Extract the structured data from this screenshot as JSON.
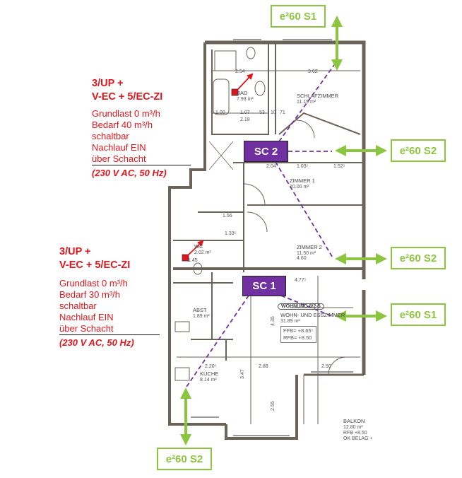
{
  "units": [
    {
      "title_line1": "3/UP +",
      "title_line2": "V-EC + 5/EC-ZI",
      "lines": [
        "Grundlast 0 m³/h",
        "Bedarf 40 m³/h",
        "schaltbar",
        "Nachlauf EIN",
        "über Schacht"
      ],
      "voltage": "(230 V AC, 50 Hz)"
    },
    {
      "title_line1": "3/UP +",
      "title_line2": "V-EC + 5/EC-ZI",
      "lines": [
        "Grundlast 0 m³/h",
        "Bedarf 30 m³/h",
        "schaltbar",
        "Nachlauf EIN",
        "über Schacht"
      ],
      "voltage": "(230 V AC, 50 Hz)"
    }
  ],
  "vents": [
    {
      "label": "e²60 S1"
    },
    {
      "label": "e²60 S2"
    },
    {
      "label": "e²60 S2"
    },
    {
      "label": "e²60 S1"
    },
    {
      "label": "e²60 S2"
    }
  ],
  "shafts": [
    {
      "label": "SC 2"
    },
    {
      "label": "SC 1"
    }
  ],
  "rooms": {
    "bad": {
      "name": "BAD",
      "area": "7.93 m²"
    },
    "schlafzimmer": {
      "name": "SCHLAFZIMMER",
      "area": "11.19 m²"
    },
    "zimmer1": {
      "name": "ZIMMER 1",
      "area": "10.00 m²"
    },
    "zimmer2": {
      "name": "ZIMMER 2",
      "area": "11.50 m²"
    },
    "wc": {
      "name": "WC",
      "area": "2.02 m²"
    },
    "abst": {
      "name": "ABST",
      "area": "1.89 m²"
    },
    "kueche": {
      "name": "KÜCHE",
      "area": "8.14 m²"
    },
    "wohnen": {
      "name": "WOHN- UND ESSZIMMER",
      "area": "31.89 m²"
    },
    "balkon": {
      "name": "BALKON",
      "area": "12.80 m²",
      "rfb": "RFB +8.50",
      "ok": "OK BELAG +"
    }
  },
  "apartment_tag": "WOHNUNG 8/2-5",
  "levels": {
    "ffb": "FFB= +8.65⁵",
    "rfb": "RFB= +8.50"
  },
  "dimensions": [
    "2.54",
    "3.62",
    "1.00",
    "1.07",
    "2.18",
    "53",
    "10",
    "71",
    "2.04",
    "1.03⁵",
    "1.52⁵",
    "1.56",
    "1.33⁵",
    "1.45",
    "4.60",
    "4.77⁵",
    "2.20⁵",
    "2.88",
    "2.50",
    "4.35",
    "3.47",
    "2.55"
  ],
  "colors": {
    "red": "#e3141b",
    "green": "#8cc63f",
    "purple": "#7030a0"
  }
}
